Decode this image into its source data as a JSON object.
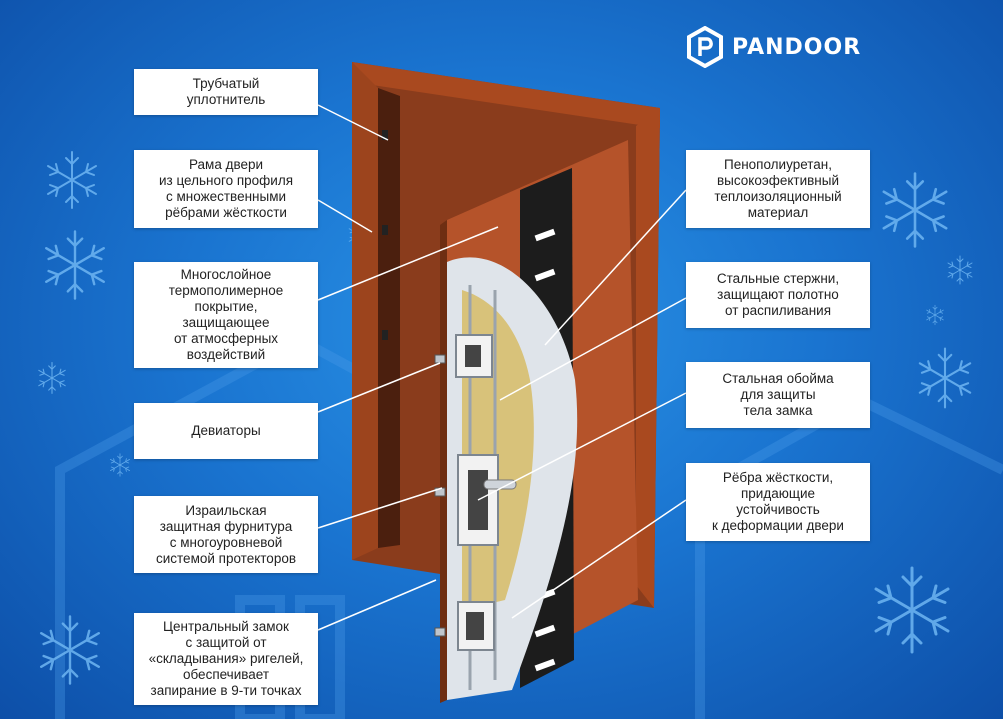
{
  "brand": {
    "name": "PANDOOR",
    "colors": {
      "background": "#1a74d0",
      "door": "#b5532a",
      "frame": "#8a3c1c",
      "insulation": "#d8c27a"
    }
  },
  "labels": {
    "tubular_seal": {
      "line1": "Трубчатый",
      "line2": "уплотнитель"
    },
    "frame": {
      "line1": "Рама двери",
      "line2": "из цельного профиля",
      "line3": "с множественными",
      "line4": "рёбрами жёсткости"
    },
    "coating": {
      "line1": "Многослойное",
      "line2": "термополимерное",
      "line3": "покрытие,",
      "line4": "защищающее",
      "line5": "от атмосферных",
      "line6": "воздействий"
    },
    "deviators": {
      "line1": "Девиаторы"
    },
    "hardware": {
      "line1": "Израильская",
      "line2": "защитная фурнитура",
      "line3": "с многоуровневой",
      "line4": "системой протекторов"
    },
    "central_lock": {
      "line1": "Центральный замок",
      "line2": "с защитой от",
      "line3": "«складывания» ригелей,",
      "line4": "обеспечивает",
      "line5": "запирание в 9-ти точках"
    },
    "foam": {
      "line1": "Пенополиуретан,",
      "line2": "высокоэфективный",
      "line3": "теплоизоляционный",
      "line4": "материал"
    },
    "steel_rods": {
      "line1": "Стальные стержни,",
      "line2": "защищают полотно",
      "line3": "от распиливания"
    },
    "lock_cage": {
      "line1": "Стальная обойма",
      "line2": "для защиты",
      "line3": "тела замка"
    },
    "ribs": {
      "line1": "Рёбра жёсткости,",
      "line2": "придающие",
      "line3": "устойчивость",
      "line4": "к деформации двери"
    }
  },
  "decor": {
    "icons": [
      "snowflake-icon",
      "house-outline-icon"
    ]
  }
}
